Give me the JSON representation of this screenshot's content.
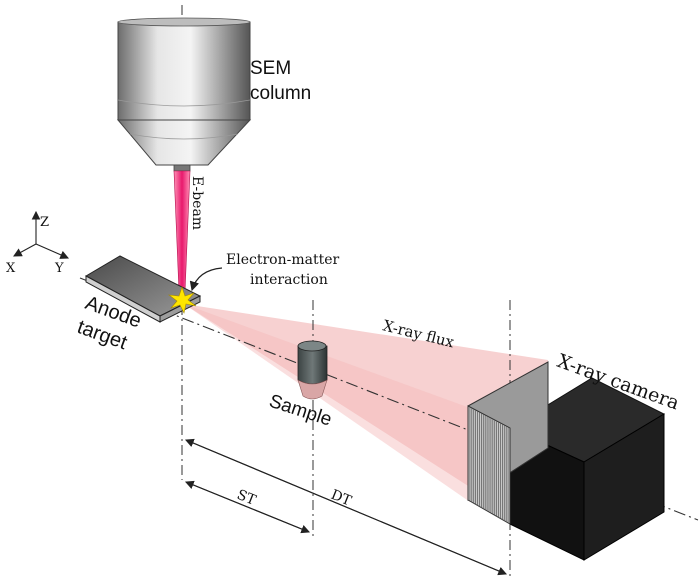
{
  "labels": {
    "sem_column": [
      "SEM",
      "column"
    ],
    "e_beam": "E-beam",
    "interaction": [
      "Electron-matter",
      "interaction"
    ],
    "anode": [
      "Anode",
      "target"
    ],
    "xray_flux": "X-ray flux",
    "sample": "Sample",
    "camera": "X-ray camera",
    "st": "ST",
    "dt": "DT"
  },
  "axes": {
    "z": "Z",
    "x": "X",
    "y": "Y"
  },
  "colors": {
    "beam": "#e8186c",
    "cone": "#f6c9c9",
    "camera": "#1b1b1b",
    "detector_face": "#8a8a8a",
    "axis_line": "#333333"
  }
}
